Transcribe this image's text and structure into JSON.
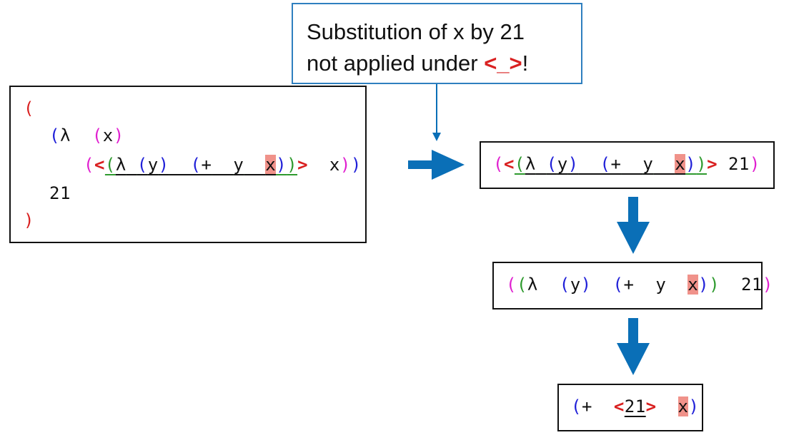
{
  "callout": {
    "line1": "Substitution of x by 21",
    "line2_prefix": "not applied under ",
    "line2_hole": "<_>",
    "line2_suffix": "!"
  },
  "colors": {
    "red": "#d92020",
    "magenta": "#e020d0",
    "blue": "#2020d8",
    "green": "#2e9a2e",
    "text": "#111111",
    "highlight": "#f0928a",
    "arrow": "#0a6fb7"
  },
  "tokens": {
    "open_paren": "(",
    "close_paren": ")",
    "lambda": "λ",
    "plus": "+",
    "var_x": "x",
    "var_y": "y",
    "num_21": "21",
    "hole_open": "<",
    "hole_close": ">"
  }
}
